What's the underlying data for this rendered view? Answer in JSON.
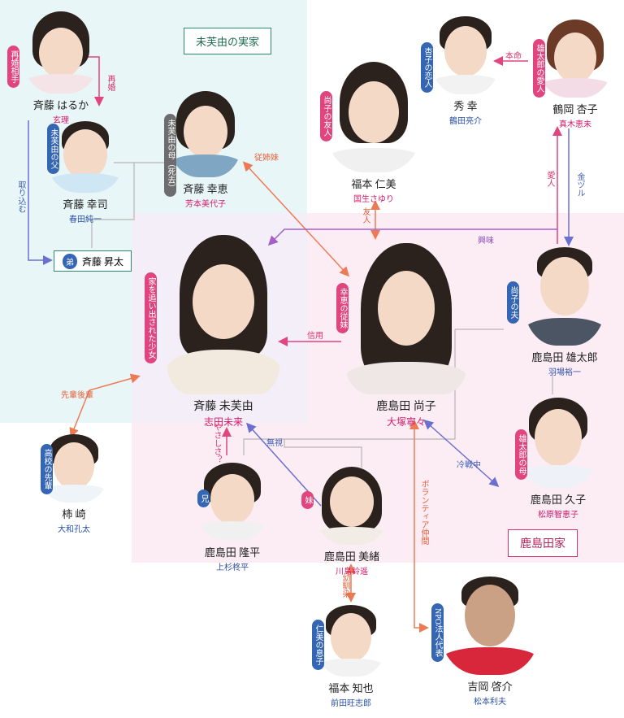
{
  "families": {
    "saito": {
      "label": "未芙由の実家"
    },
    "kashimada": {
      "label": "鹿島田家"
    }
  },
  "people": {
    "haruka": {
      "name": "斉藤 はるか",
      "actor": "玄理",
      "tag": "再婚相手"
    },
    "koji": {
      "name": "斉藤 幸司",
      "actor": "春田純一",
      "tag": "未芙由の父"
    },
    "yukie": {
      "name": "斉藤 幸恵",
      "actor": "芳本美代子",
      "tag": "未芙由の母（死去）"
    },
    "shota": {
      "name": "斉藤 昇太",
      "tag": "弟"
    },
    "mifuyu": {
      "name": "斉藤 未芙由",
      "actor": "志田未来",
      "tag": "家を追い出された少女"
    },
    "hitomi": {
      "name": "福本 仁美",
      "actor": "国生さゆり",
      "tag": "尚子の友人"
    },
    "hideyuki": {
      "name": "秀 幸",
      "actor": "鶴田亮介",
      "tag": "杏子の恋人"
    },
    "kyoko": {
      "name": "鶴岡 杏子",
      "actor": "真木恵未",
      "tag": "雄太郎の愛人"
    },
    "naoko": {
      "name": "鹿島田 尚子",
      "actor": "大塚寧々",
      "tag": "幸恵の従妹"
    },
    "yutaro": {
      "name": "鹿島田 雄太郎",
      "actor": "羽場裕一",
      "tag": "尚子の夫"
    },
    "hisako": {
      "name": "鹿島田 久子",
      "actor": "松原智恵子",
      "tag": "雄太郎の母"
    },
    "kakizaki": {
      "name": "柿 崎",
      "actor": "大和孔太",
      "tag": "高校の先輩"
    },
    "ryuhei": {
      "name": "鹿島田 隆平",
      "actor": "上杉柊平",
      "tag": "兄"
    },
    "mio": {
      "name": "鹿島田 美緒",
      "actor": "川島鈴遥",
      "tag": "妹"
    },
    "tomoya": {
      "name": "福本 知也",
      "actor": "前田旺志郎",
      "tag": "仁美の息子"
    },
    "keisuke": {
      "name": "吉岡 啓介",
      "actor": "松本利夫",
      "tag": "NPO法人代表"
    }
  },
  "relations": {
    "saikon": "再婚",
    "torikomu": "取り込む",
    "itoko": "従姉妹",
    "yujin": "友人",
    "honmei": "本命",
    "aijin": "愛人",
    "kanezuru": "金ヅル",
    "kyomi": "興味",
    "shinyo": "信用",
    "senpai_kohai": "先輩後輩",
    "yasashisa": "やさしさ？",
    "mushi": "無視",
    "reisenchu": "冷戦中",
    "volunteer": "ボランティア仲間",
    "osananajimi": "幼馴染"
  },
  "colors": {
    "saito_bg": "#e8f6f8",
    "kashimada_bg": "#fdeef5",
    "pink_arrow": "#e0457f",
    "blue_arrow": "#6a6fd0",
    "orange_arrow": "#ec7b55",
    "purple_arrow": "#a360c9",
    "saito_box_border": "#2a8c6a",
    "kashimada_box_border": "#d6336c"
  }
}
